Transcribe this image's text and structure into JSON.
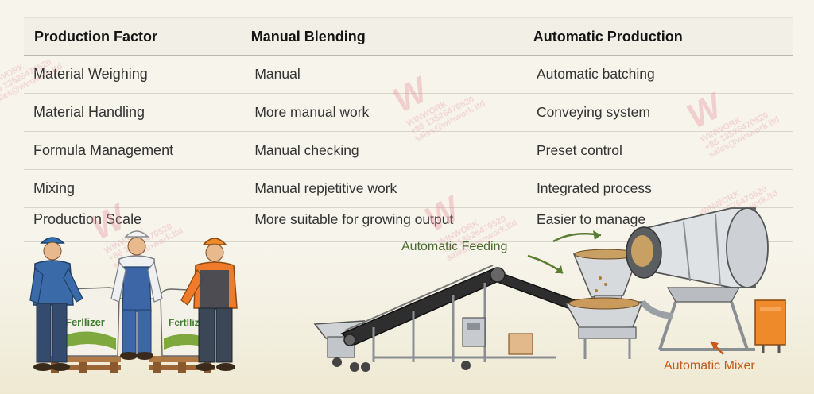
{
  "table": {
    "headers": [
      "Production Factor",
      "Manual Blending",
      "Automatic Production"
    ],
    "rows": [
      [
        "Material Weighing",
        "Manual",
        "Automatic batching"
      ],
      [
        "Material Handling",
        "More manual work",
        "Conveying system"
      ],
      [
        "Formula Management",
        "Manual checking",
        "Preset control"
      ],
      [
        "Mixing",
        "Manual repjetitive work",
        "Integrated process"
      ],
      [
        "Production Scale",
        "More suitable for growing output",
        "Easier to manage"
      ]
    ]
  },
  "illustration": {
    "bag_label": "Ferllizer",
    "bag_label_2": "Fertllizer",
    "automatic_feeding_label": "Automatic Feeding",
    "automatic_mixer_label": "Automatic Mixer"
  },
  "watermark": {
    "brand": "WINWORK",
    "phone": "+86 13526470520",
    "email": "sales@winwork.ltd"
  },
  "colors": {
    "feeding_label": "#4a6a2c",
    "mixer_label": "#c65a1a",
    "header_bg": "#f2efe6",
    "watermark": "#e58b97"
  }
}
